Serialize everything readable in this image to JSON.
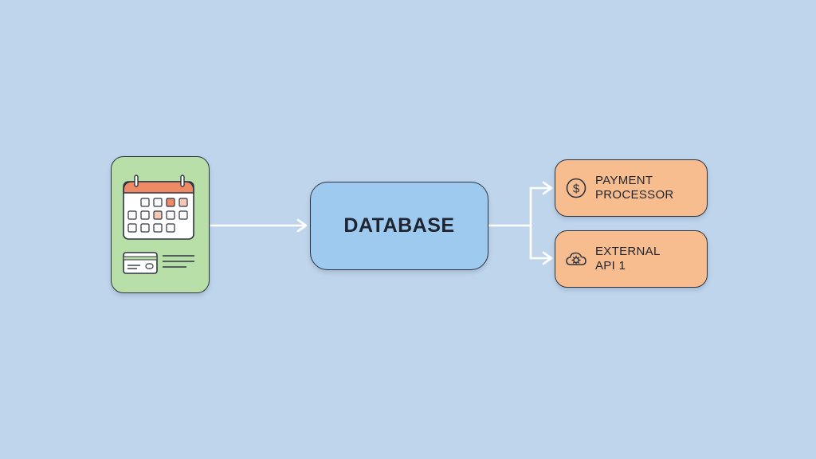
{
  "diagram": {
    "database": {
      "label": "DATABASE"
    },
    "targets": [
      {
        "line1": "PAYMENT",
        "line2": "PROCESSOR",
        "icon": "dollar-coin-icon"
      },
      {
        "line1": "EXTERNAL",
        "line2": "API 1",
        "icon": "cloud-gear-icon"
      }
    ],
    "source": {
      "icons": [
        "calendar-icon",
        "credit-card-icon"
      ]
    }
  },
  "colors": {
    "background": "#bfd5ec",
    "source_fill": "#b9dfa8",
    "database_fill": "#9fcaef",
    "target_fill": "#f7bd8f",
    "calendar_accent": "#ef8a66",
    "connector": "#ffffff"
  }
}
